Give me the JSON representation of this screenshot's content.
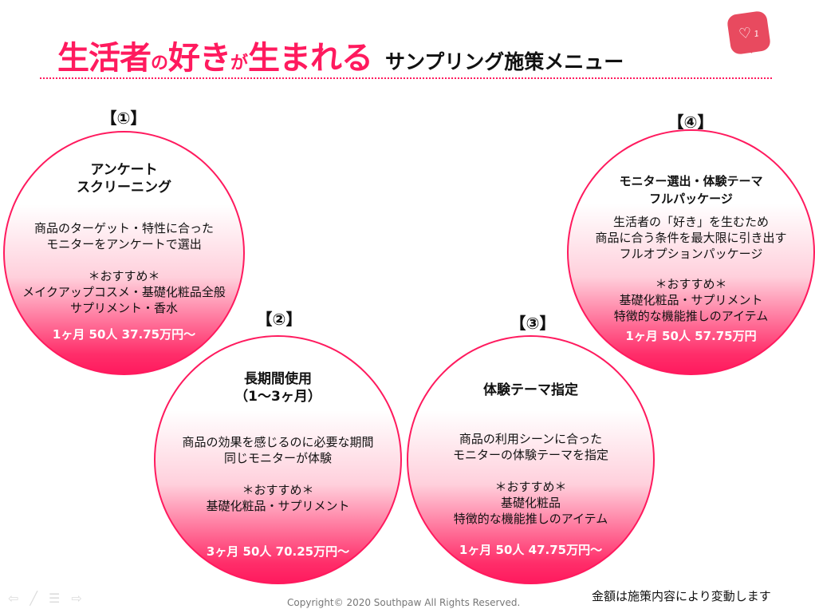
{
  "title": {
    "part1": "生活者",
    "part2": "の",
    "part3": "好き",
    "part4": "が",
    "part5": "生まれる",
    "subtitle": "サンプリング施策メニュー"
  },
  "badge": {
    "icon": "heart-icon",
    "count": "1"
  },
  "items": [
    {
      "num": "【①】",
      "title1": "アンケート",
      "title2": "スクリーニング",
      "body": [
        "商品のターゲット・特性に合った",
        "モニターをアンケートで選出"
      ],
      "rec": [
        "＊おすすめ＊",
        "メイクアップコスメ・基礎化粧品全般",
        "サプリメント・香水"
      ],
      "price": "1ヶ月 50人 37.75万円〜"
    },
    {
      "num": "【②】",
      "title1": "長期間使用",
      "title2": "（1〜3ヶ月）",
      "body": [
        "商品の効果を感じるのに必要な期間",
        "同じモニターが体験"
      ],
      "rec": [
        "＊おすすめ＊",
        "基礎化粧品・サプリメント"
      ],
      "price": "3ヶ月 50人 70.25万円〜"
    },
    {
      "num": "【③】",
      "title1": "体験テーマ指定",
      "title2": "",
      "body": [
        "商品の利用シーンに合った",
        "モニターの体験テーマを指定"
      ],
      "rec": [
        "＊おすすめ＊",
        "基礎化粧品",
        "特徴的な機能推しのアイテム"
      ],
      "price": "1ヶ月 50人 47.75万円〜"
    },
    {
      "num": "【④】",
      "title1": "モニター選出・体験テーマ",
      "title2": "フルパッケージ",
      "body": [
        "生活者の「好き」を生むため",
        "商品に合う条件を最大限に引き出す",
        "フルオプションパッケージ"
      ],
      "rec": [
        "＊おすすめ＊",
        "基礎化粧品・サプリメント",
        "特徴的な機能推しのアイテム"
      ],
      "price": "1ヶ月 50人 57.75万円"
    }
  ],
  "footer": {
    "copyright": "Copyright© 2020 Southpaw All Rights Reserved.",
    "note": "金額は施策内容により変動します"
  },
  "colors": {
    "accent": "#ff1a5e",
    "badge": "#e84a5f"
  }
}
